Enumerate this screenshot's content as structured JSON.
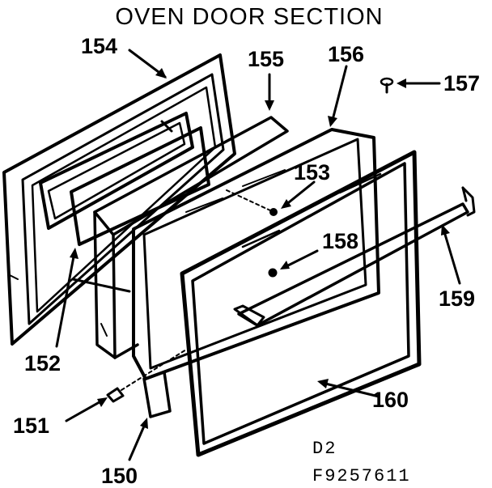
{
  "title": "OVEN DOOR SECTION",
  "part_labels": {
    "p150": "150",
    "p151": "151",
    "p152": "152",
    "p153": "153",
    "p154": "154",
    "p155": "155",
    "p156": "156",
    "p157": "157",
    "p158": "158",
    "p159": "159",
    "p160": "160"
  },
  "diagram_code": "D2",
  "figure_number": "F9257611",
  "colors": {
    "ink": "#000000",
    "paper": "#ffffff"
  }
}
